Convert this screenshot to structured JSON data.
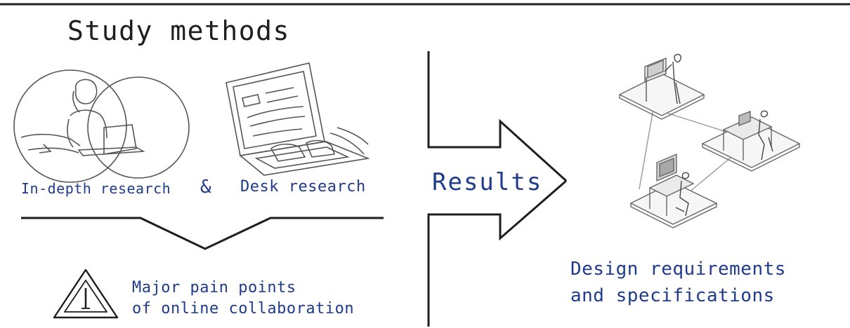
{
  "title": "Study methods",
  "methods": {
    "in_depth": "In-depth research",
    "ampersand": "&",
    "desk": "Desk research"
  },
  "arrow": {
    "label": "Results"
  },
  "pain_points": {
    "line1": "Major pain points",
    "line2": "of online collaboration",
    "icon": "warning-triangle-icon"
  },
  "outcome": {
    "line1": "Design requirements",
    "line2": "and specifications"
  },
  "colors": {
    "ink": "#1e1e1e",
    "label_blue": "#1f3b8c",
    "pencil": "#555555"
  }
}
